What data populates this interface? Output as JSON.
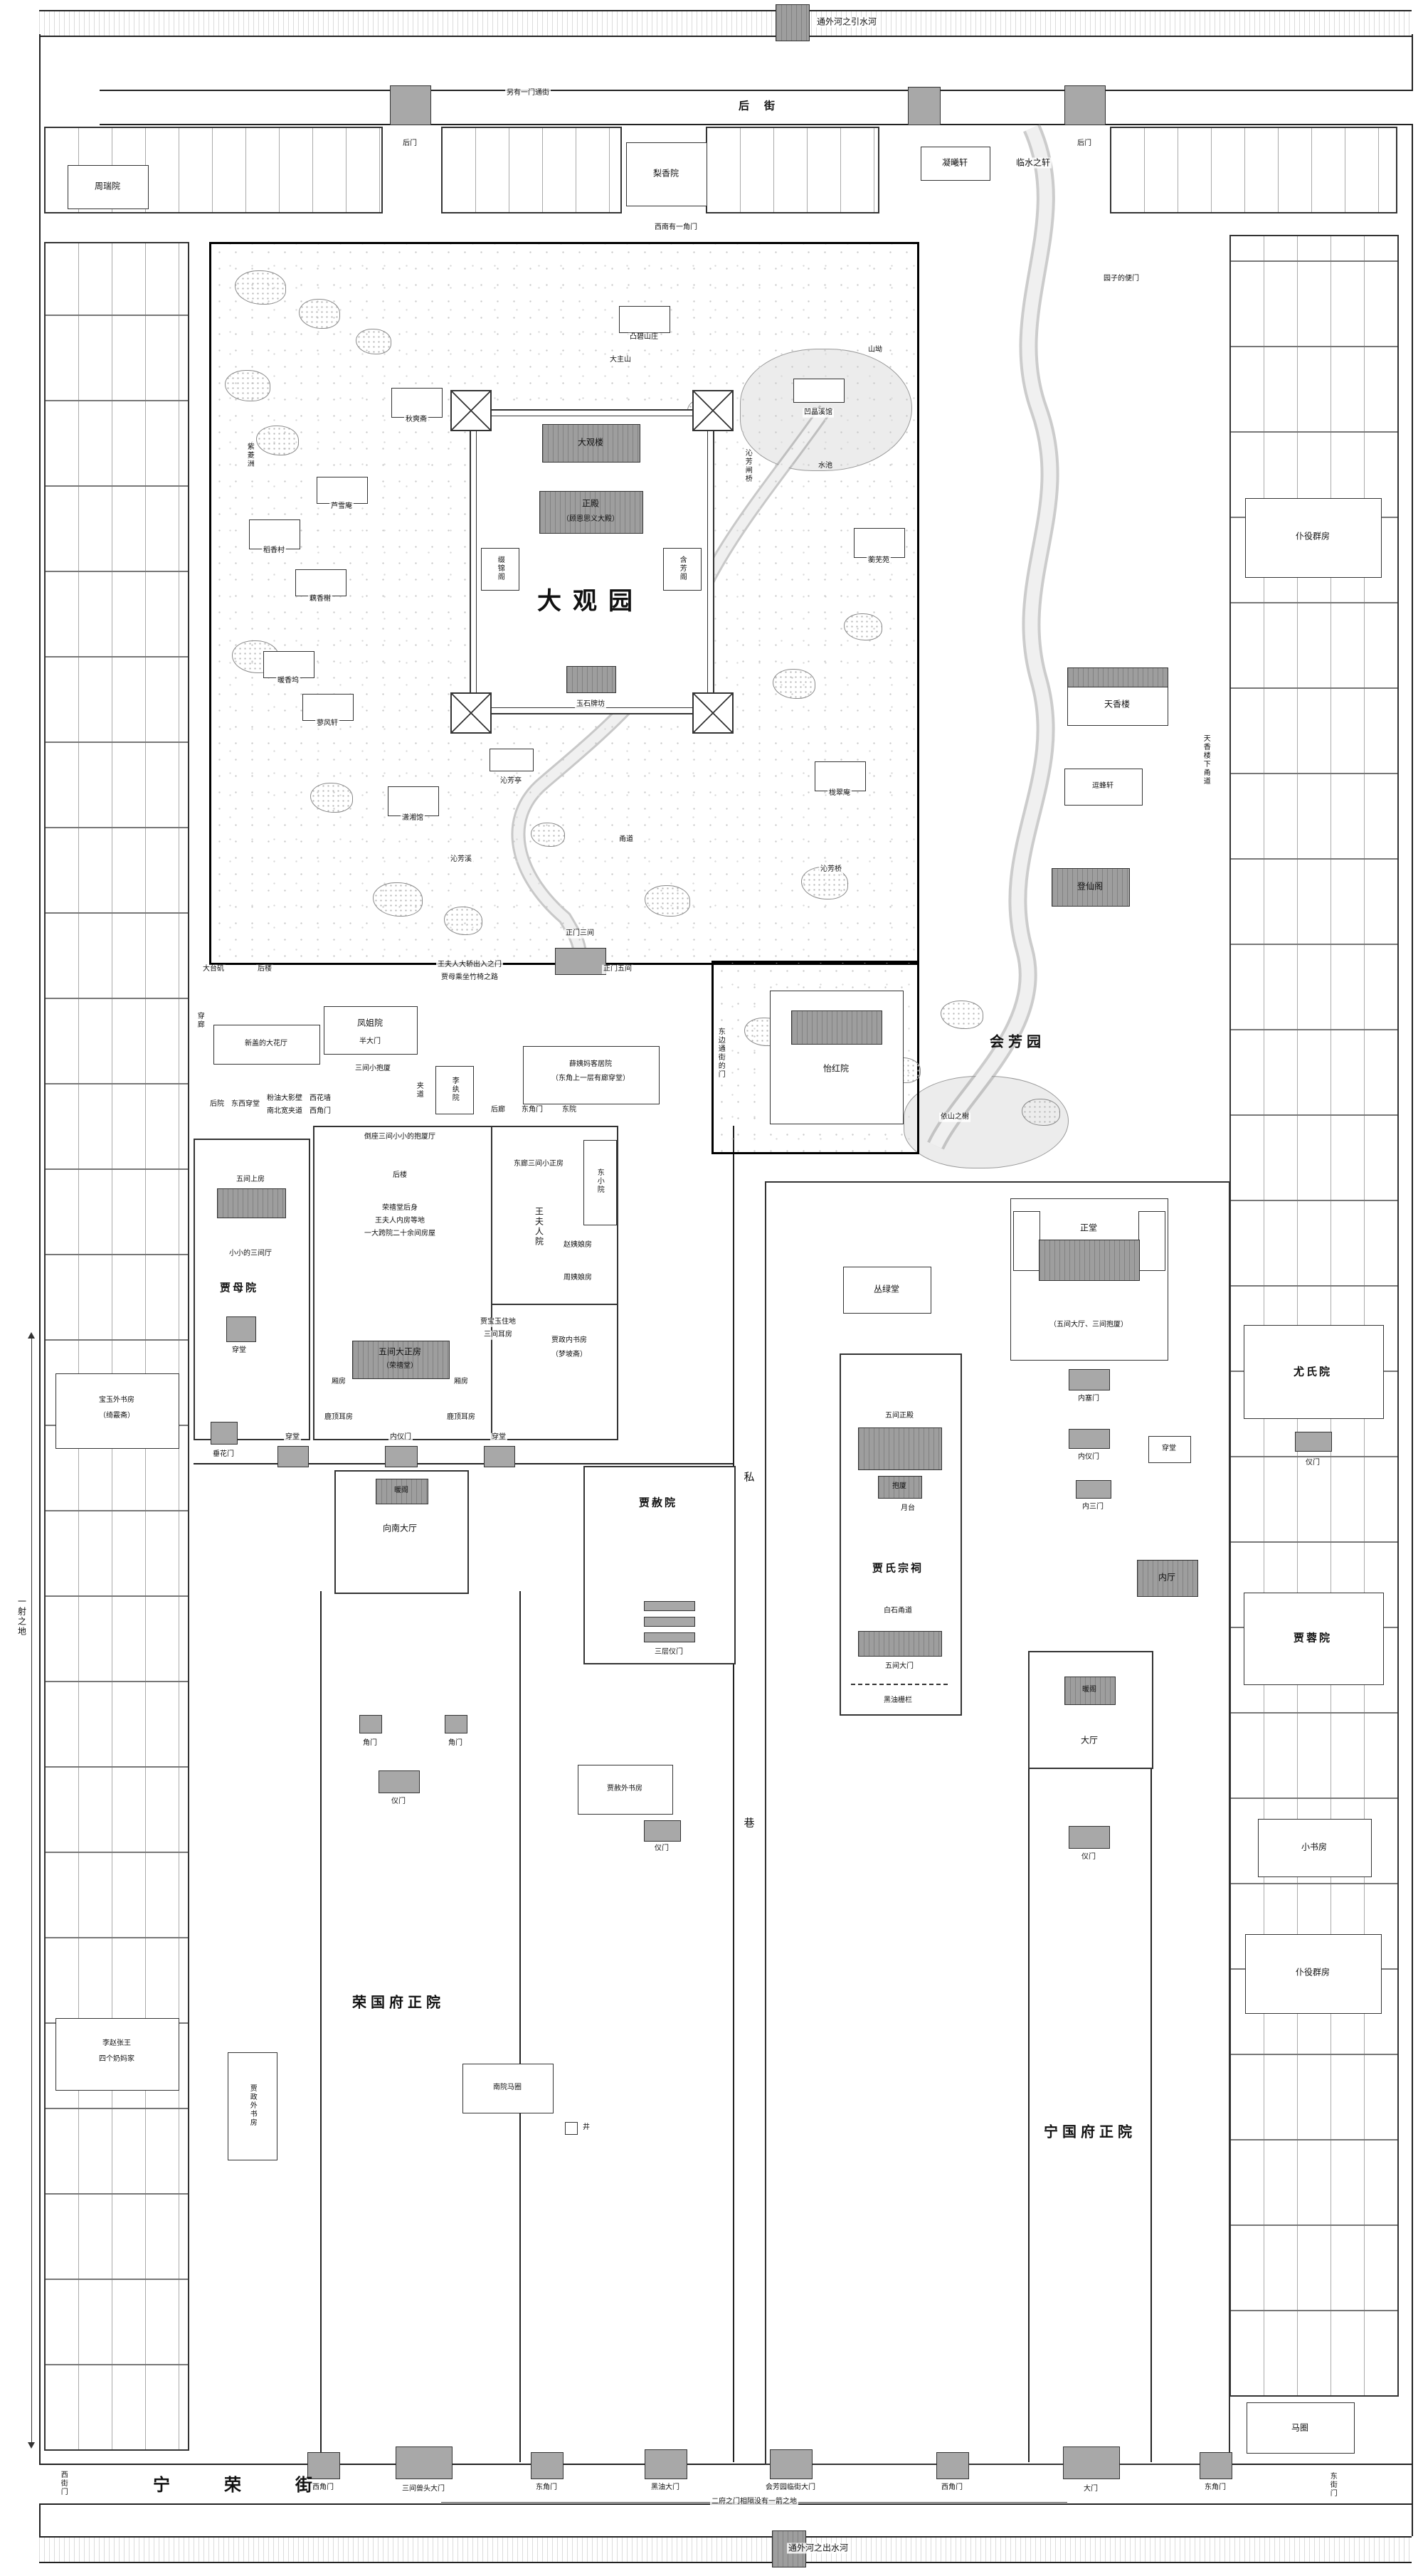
{
  "rivers": {
    "top": "通外河之引水河",
    "bottom": "通外河之出水河"
  },
  "streets": {
    "back_street": "后　街",
    "back_note": "另有一门通街",
    "ningrong": "宁　荣　街",
    "distance_note": "二府之门相隔没有一箭之地",
    "alley_si": "私",
    "alley_xiang": "巷",
    "arrow_note": "一射之地"
  },
  "top": {
    "zhourui": "周瑞院",
    "lixiang": "梨香院",
    "ningxi": "凝曦轩",
    "linshui": "临水之轩",
    "backgate_left": "后门",
    "backgate_right": "后门",
    "garden_side_gate": "园子的便门",
    "sw_corner_gate": "西南有一角门"
  },
  "garden": {
    "title": "大观园",
    "main_gate": "正门三间",
    "east_gate_note": "东边通街的门",
    "tubi": "凸碧山庄",
    "shanao": "山坳",
    "dazhushan": "大主山",
    "aojing": "凹晶溪馆",
    "pool": "水池",
    "hengwu": "蘅芜苑",
    "zhaqiao": "沁芳闸桥",
    "ouxiang": "藕香榭",
    "daoxiang": "稻香村",
    "luxue": "芦雪庵",
    "nuanxiang": "暖香坞",
    "liaofeng": "蓼风轩",
    "ziling": "紫菱洲",
    "xiaoxiang": "潇湘馆",
    "qiushuang": "秋爽斋",
    "longcui": "栊翠庵",
    "yihong": "怡红院",
    "qinfangting": "沁芳亭",
    "qinfangxi": "沁芳溪",
    "yongdao": "甬道",
    "qinfangqiao": "沁芳桥"
  },
  "palace": {
    "daguanlou": "大观楼",
    "zhengdian": "正殿",
    "zhengdian_sub": "（顾恩思义大殿）",
    "zhuijin": "缀锦阁",
    "hanfang": "含芳阁",
    "paifang": "玉石牌坊"
  },
  "rong": {
    "strip_taiji": "大台矶",
    "strip_houlou": "后楼",
    "chuanlang": "穿廊",
    "dahuating": "新盖的大花厅",
    "fengjie": "凤姐院",
    "bandamen": "半大门",
    "sedan_note_1": "王夫人大轿出入之门",
    "sedan_note_2": "贾母乘坐竹椅之路",
    "zhengmen_wujian": "正门五间",
    "sanjianxiaobaosha": "三间小抱厦",
    "jiadao": "夹道",
    "liwan": "李纨院",
    "yingbi_1": "粉油大影壁　西花墙",
    "yingbi_2": "南北宽夹道　西角门",
    "houyuan": "后院　东西穿堂",
    "houlang": "后廊",
    "dongjiaomen": "东角门",
    "dongyuan": "东院",
    "xueyima_1": "薛姨妈客居院",
    "xueyima_2": "（东角上一层有廊穿堂）",
    "daozuo": "倒座三间小小的抱厦厅",
    "houlou2": "后楼",
    "ronxitang_note_1": "荣禧堂后身",
    "ronxitang_note_2": "王夫人内房等地",
    "ronxitang_note_3": "一大跨院二十余间房屋",
    "donglang": "东廊三间小正房",
    "dongxiaoyuan": "东小院",
    "wangfuren": "王夫人院",
    "zhaoyiniang": "赵姨娘房",
    "zhouyiniang": "周姨娘房",
    "jiamu_wujian": "五间上房",
    "jiamu_xiaoting": "小小的三间厅",
    "jiamu": "贾母院",
    "jiamu_chuantang": "穿堂",
    "chuihuamen": "垂花门",
    "baoyu_1": "贾宝玉住地",
    "baoyu_2": "三间耳房",
    "rongxitang_1": "五间大正房",
    "rongxitang_2": "（荣禧堂）",
    "xiangfang_l": "厢房",
    "xiangfang_r": "厢房",
    "luding_l": "鹿顶耳房",
    "luding_r": "鹿顶耳房",
    "neishufang_1": "贾政内书房",
    "neishufang_2": "（梦坡斋）",
    "chuantang_l": "穿堂",
    "neiyimen": "内仪门",
    "chuantang_r": "穿堂",
    "nuange": "暖阁",
    "xiangnandating": "向南大厅",
    "jiashe": "贾赦院",
    "sancengyimen": "三层仪门",
    "jiaomen_l": "角门",
    "jiaomen_r": "角门",
    "yimen": "仪门",
    "jiashe_shufang": "贾赦外书房",
    "yimen2": "仪门",
    "zhengyuan": "荣国府正院",
    "jiazheng_shufang": "贾政外书房",
    "nanyuan_majuan": "南院马圈",
    "well": "井",
    "baoyu_shufang_1": "宝玉外书房",
    "baoyu_shufang_2": "（绮霰斋）",
    "naima_1": "李赵张王",
    "naima_2": "四个奶妈家"
  },
  "ning": {
    "huifangyuan": "会芳园",
    "yishanzhixie": "依山之榭",
    "tianxianglou": "天香楼",
    "doufengxuan": "逗蜂轩",
    "dengxiange": "登仙阁",
    "tianxiang_path": "天香楼下甬道",
    "conglutang": "丛绿堂",
    "zhengtang": "正堂",
    "zhengtang_sub": "（五间大厅、三间抱厦）",
    "neisaimen": "内塞门",
    "neiyimen": "内仪门",
    "chuantang": "穿堂",
    "neisanmen": "内三门",
    "zongci": "贾氏宗祠",
    "wujianzhengdian": "五间正殿",
    "baosha": "抱厦",
    "yuetai": "月台",
    "baishiyongdao": "白石甬道",
    "wujiandamen": "五间大门",
    "heiyoushanlan": "黑油栅栏",
    "neiting": "内厅",
    "nuange": "暖阁",
    "dating": "大厅",
    "yimen": "仪门",
    "zhengyuan": "宁国府正院",
    "youshi": "尤氏院",
    "youshi_yimen": "仪门",
    "jiarong": "贾蓉院",
    "xiaoshufang": "小书房",
    "servants_top": "仆役群房",
    "servants_bottom": "仆役群房",
    "majuan": "马圈"
  },
  "bottom": {
    "xijiemen": "西街门",
    "xijiaomen_rong": "西角门",
    "shoutou_damen": "三间兽头大门",
    "dongjiaomen_rong": "东角门",
    "heiyou_damen": "黑油大门",
    "huifang_damen": "会芳园临街大门",
    "xijiaomen_ning": "西角门",
    "damen_ning": "大门",
    "dongjiaomen_ning": "东角门",
    "dongjiemen": "东街门"
  }
}
